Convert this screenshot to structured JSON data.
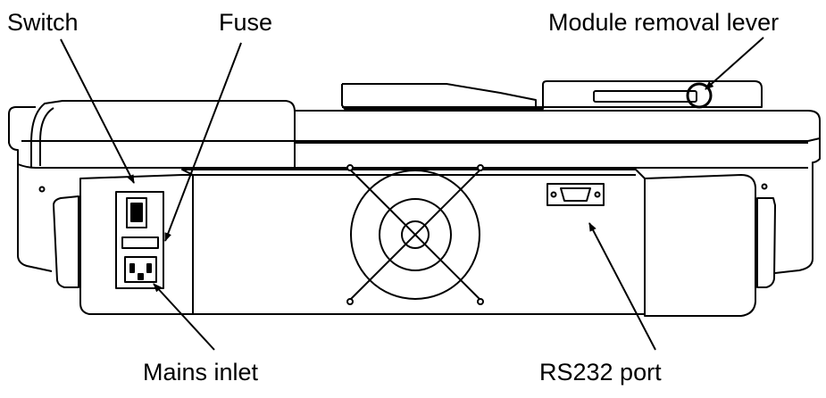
{
  "labels": {
    "switch": "Switch",
    "fuse": "Fuse",
    "module_removal_lever": "Module removal lever",
    "mains_inlet": "Mains inlet",
    "rs232_port": "RS232 port"
  },
  "colors": {
    "line": "#000000",
    "fill": "#ffffff"
  }
}
